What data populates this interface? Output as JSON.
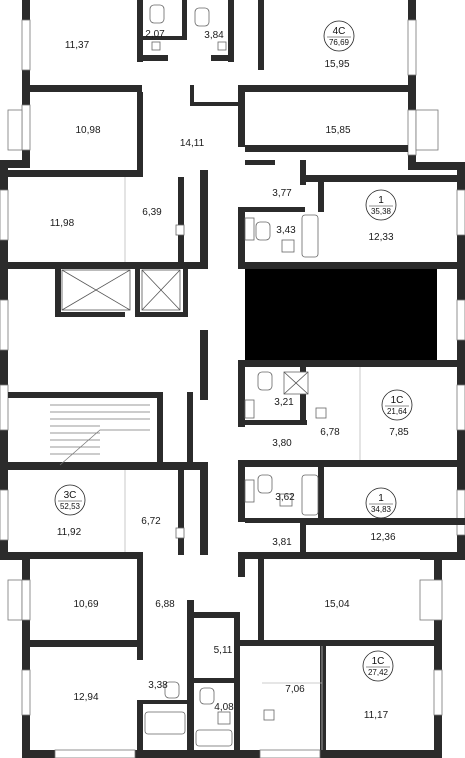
{
  "rooms": [
    {
      "id": "r1",
      "label": "11,37"
    },
    {
      "id": "r2",
      "label": "2,07"
    },
    {
      "id": "r3",
      "label": "3,84"
    },
    {
      "id": "r4",
      "label": "15,95"
    },
    {
      "id": "r5",
      "label": "10,98"
    },
    {
      "id": "r6",
      "label": "14,11"
    },
    {
      "id": "r7",
      "label": "15,85"
    },
    {
      "id": "r8",
      "label": "3,77"
    },
    {
      "id": "r9",
      "label": "11,98"
    },
    {
      "id": "r10",
      "label": "6,39"
    },
    {
      "id": "r11",
      "label": "3,43"
    },
    {
      "id": "r12",
      "label": "12,33"
    },
    {
      "id": "r13",
      "label": "3,21"
    },
    {
      "id": "r14",
      "label": "6,78"
    },
    {
      "id": "r15",
      "label": "7,85"
    },
    {
      "id": "r16",
      "label": "3,80"
    },
    {
      "id": "r17",
      "label": "3,62"
    },
    {
      "id": "r18",
      "label": "11,92"
    },
    {
      "id": "r19",
      "label": "6,72"
    },
    {
      "id": "r20",
      "label": "12,36"
    },
    {
      "id": "r21",
      "label": "3,81"
    },
    {
      "id": "r22",
      "label": "10,69"
    },
    {
      "id": "r23",
      "label": "6,88"
    },
    {
      "id": "r24",
      "label": "15,04"
    },
    {
      "id": "r25",
      "label": "5,11"
    },
    {
      "id": "r26",
      "label": "3,38"
    },
    {
      "id": "r27",
      "label": "7,06"
    },
    {
      "id": "r28",
      "label": "12,94"
    },
    {
      "id": "r29",
      "label": "4,08"
    },
    {
      "id": "r30",
      "label": "11,17"
    }
  ],
  "apartments": [
    {
      "id": "a1",
      "type": "4С",
      "area": "76,69"
    },
    {
      "id": "a2",
      "type": "1",
      "area": "35,38"
    },
    {
      "id": "a3",
      "type": "1С",
      "area": "21,64"
    },
    {
      "id": "a4",
      "type": "3С",
      "area": "52,53"
    },
    {
      "id": "a5",
      "type": "1",
      "area": "34,83"
    },
    {
      "id": "a6",
      "type": "1С",
      "area": "27,42"
    }
  ],
  "colors": {
    "wall": "#2b2b2b",
    "block": "#000000",
    "background": "#ffffff"
  }
}
